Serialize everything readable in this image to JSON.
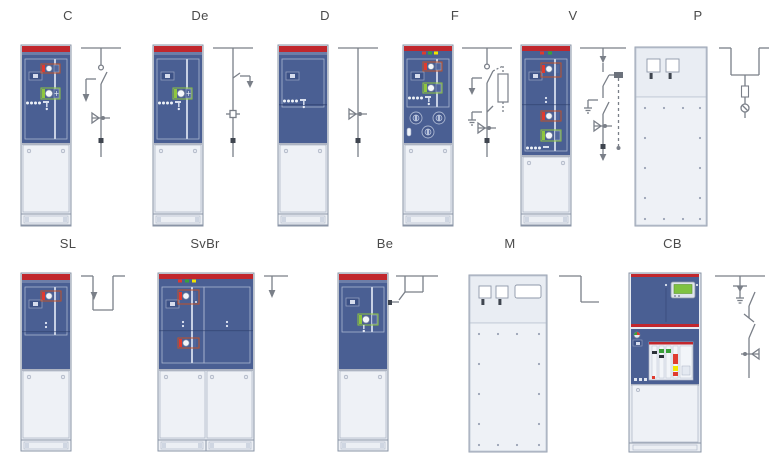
{
  "figure": {
    "kind": "switchgear-panel-type-catalogue",
    "rows": 2,
    "columns_row1": 6,
    "columns_row2": 5
  },
  "palette": {
    "cabinet_blue": "#4a5f93",
    "cabinet_blue_dark": "#41558a",
    "cabinet_blue_deep": "#3d5286",
    "red_strip": "#c1272d",
    "panel_light": "#e8ecf2",
    "panel_light_2": "#dfe5ee",
    "outline": "#8a94a6",
    "outline_dark": "#6b7489",
    "schematic_line": "#7a7f88",
    "accent_orange": "#c0522a",
    "accent_green": "#8ec63f",
    "accent_green_dark": "#3aa03a",
    "accent_red": "#e03a2f",
    "accent_yellow": "#f2e400",
    "display_green": "#7fc241",
    "label_text": "#4a4a4a",
    "white": "#ffffff"
  },
  "row1": [
    {
      "id": "c",
      "label": "C",
      "cabinet": "standard-single",
      "features": [
        "red-top-strip",
        "orange-highlight-box",
        "green-control-module",
        "led-row",
        "handle-plate"
      ],
      "schematic": "switch-disconnector-with-earthing-and-cable-termination"
    },
    {
      "id": "de",
      "label": "De",
      "cabinet": "standard-single",
      "features": [
        "red-top-strip",
        "green-control-module",
        "led-row",
        "handle-plate"
      ],
      "schematic": "disconnector-with-earthing-switch-and-cable-termination"
    },
    {
      "id": "d",
      "label": "D",
      "cabinet": "standard-single",
      "features": [
        "red-top-strip",
        "led-row",
        "handle-plate"
      ],
      "schematic": "straight-busbar-with-cable-termination"
    },
    {
      "id": "f",
      "label": "F",
      "cabinet": "standard-single",
      "features": [
        "red-top-strip",
        "orange-highlight-box",
        "green-control-module",
        "led-row",
        "three-fuse-caps",
        "handle-plate"
      ],
      "schematic": "fuse-switch-disconnector-with-earthing"
    },
    {
      "id": "v",
      "label": "V",
      "cabinet": "standard-single",
      "features": [
        "red-top-strip",
        "two-orange-highlight-boxes",
        "green-control-module",
        "led-row",
        "handle-plate"
      ],
      "schematic": "double-busbar-switch-with-earthing-and-cable-termination"
    },
    {
      "id": "p",
      "label": "P",
      "cabinet": "plain-metering",
      "features": [
        "two-white-square-indicators",
        "perforated-door-screws"
      ],
      "schematic": "voltage-transformer-with-fuse"
    }
  ],
  "row2": [
    {
      "id": "sl",
      "label": "SL",
      "cabinet": "standard-single",
      "features": [
        "red-top-strip",
        "orange-highlight-box",
        "led-row",
        "handle-plate"
      ],
      "schematic": "busbar-sectionaliser-riser"
    },
    {
      "id": "svbr",
      "label": "SvBr",
      "cabinet": "double-width",
      "features": [
        "red-top-strip",
        "two-orange-highlight-boxes",
        "led-row",
        "twin-doors",
        "handle-plate"
      ],
      "schematic": "bus-coupler-riser"
    },
    {
      "id": "be",
      "label": "Be",
      "cabinet": "standard-single",
      "features": [
        "red-top-strip",
        "green-control-module",
        "handle-plate"
      ],
      "schematic": "cable-connection-with-earthing-point"
    },
    {
      "id": "m",
      "label": "M",
      "cabinet": "plain-metering",
      "features": [
        "two-white-square-indicators",
        "wide-display-window",
        "perforated-door-screws"
      ],
      "schematic": "metering-riser"
    },
    {
      "id": "cb",
      "label": "CB",
      "cabinet": "tall-two-compartment",
      "features": [
        "red-top-strip",
        "green-display-unit",
        "relay-module",
        "breaker-stack",
        "led-row",
        "low-voltage-compartment"
      ],
      "schematic": "circuit-breaker-with-earthing-and-cable-termination"
    }
  ]
}
